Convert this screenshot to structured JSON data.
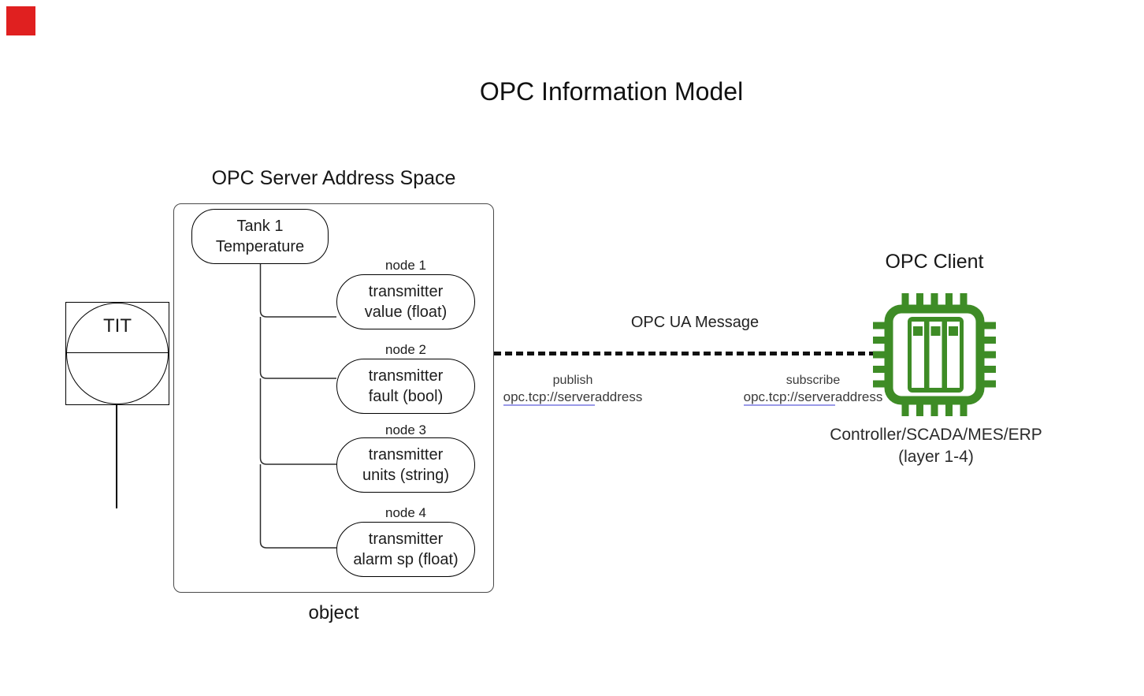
{
  "title": "OPC Information Model",
  "colors": {
    "accent_green": "#3e8c26",
    "indicator_red": "#e02020",
    "link_underline": "#9a9ae8"
  },
  "server_space": {
    "heading": "OPC Server Address Space",
    "root_node": {
      "line1": "Tank 1",
      "line2": "Temperature"
    },
    "nodes": [
      {
        "label": "node 1",
        "line1": "transmitter",
        "line2": "value (float)"
      },
      {
        "label": "node 2",
        "line1": "transmitter",
        "line2": "fault (bool)"
      },
      {
        "label": "node 3",
        "line1": "transmitter",
        "line2": "units (string)"
      },
      {
        "label": "node 4",
        "line1": "transmitter",
        "line2": "alarm sp (float)"
      }
    ],
    "caption": "object"
  },
  "instrument": {
    "tag": "TIT"
  },
  "message": {
    "label": "OPC UA Message",
    "publish": {
      "action": "publish",
      "address_linked": "opc.tcp://server",
      "address_rest": "address"
    },
    "subscribe": {
      "action": "subscribe",
      "address_linked": "opc.tcp://server",
      "address_rest": "address"
    }
  },
  "client": {
    "title": "OPC Client",
    "caption_line1": "Controller/SCADA/MES/ERP",
    "caption_line2": "(layer 1-4)"
  }
}
